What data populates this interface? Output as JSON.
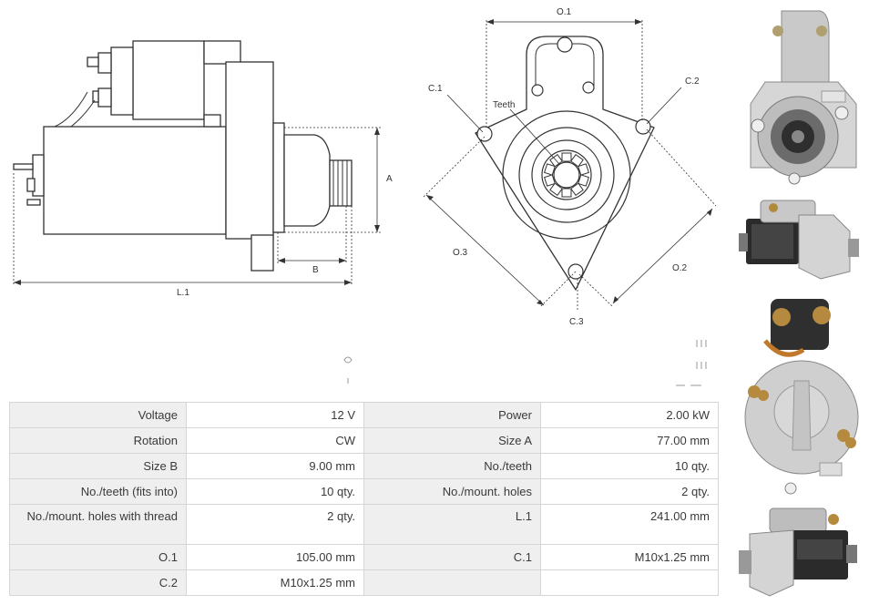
{
  "side_view": {
    "dims": {
      "a": "A",
      "b": "B",
      "l1": "L.1"
    }
  },
  "front_view": {
    "dims": {
      "o1": "O.1",
      "o2": "O.2",
      "o3": "O.3",
      "c1": "C.1",
      "c2": "C.2",
      "c3": "C.3"
    },
    "teeth_label": "Teeth"
  },
  "specs": {
    "rows": [
      [
        {
          "label": "Voltage",
          "value": "12 V"
        },
        {
          "label": "Power",
          "value": "2.00 kW"
        }
      ],
      [
        {
          "label": "Rotation",
          "value": "CW"
        },
        {
          "label": "Size A",
          "value": "77.00 mm"
        }
      ],
      [
        {
          "label": "Size B",
          "value": "9.00 mm"
        },
        {
          "label": "No./teeth",
          "value": "10 qty."
        }
      ],
      [
        {
          "label": "No./teeth (fits into)",
          "value": "10 qty."
        },
        {
          "label": "No./mount. holes",
          "value": "2 qty."
        }
      ],
      [
        {
          "label": "No./mount. holes with thread",
          "value": "2 qty."
        },
        {
          "label": "L.1",
          "value": "241.00 mm"
        }
      ],
      [
        {
          "label": "O.1",
          "value": "105.00 mm"
        },
        {
          "label": "C.1",
          "value": "M10x1.25 mm"
        }
      ],
      [
        {
          "label": "C.2",
          "value": "M10x1.25 mm"
        },
        {
          "label": "",
          "value": ""
        }
      ]
    ]
  }
}
